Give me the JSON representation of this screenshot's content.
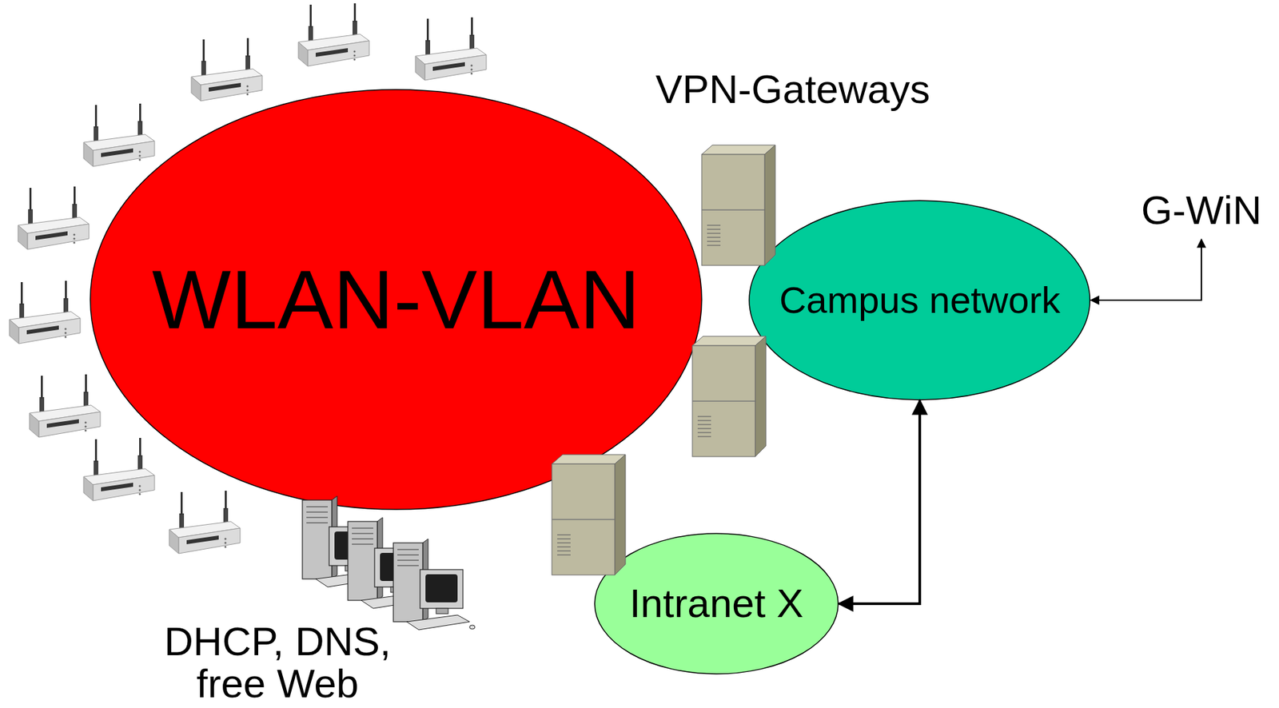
{
  "diagram": {
    "nodes": [
      {
        "text": [
          "WLAN-VLAN"
        ]
      },
      {
        "text": [
          "Campus network"
        ]
      },
      {
        "text": [
          "Intranet X"
        ]
      },
      {
        "text": [
          "G-WiN"
        ]
      }
    ],
    "edges": [
      {
        "from": 2,
        "to": 1,
        "arrow": "both"
      },
      {
        "from": 1,
        "to": 3,
        "arrow": "both"
      }
    ],
    "labels": [
      "VPN-Gateways",
      "DHCP, DNS, free Web"
    ]
  }
}
